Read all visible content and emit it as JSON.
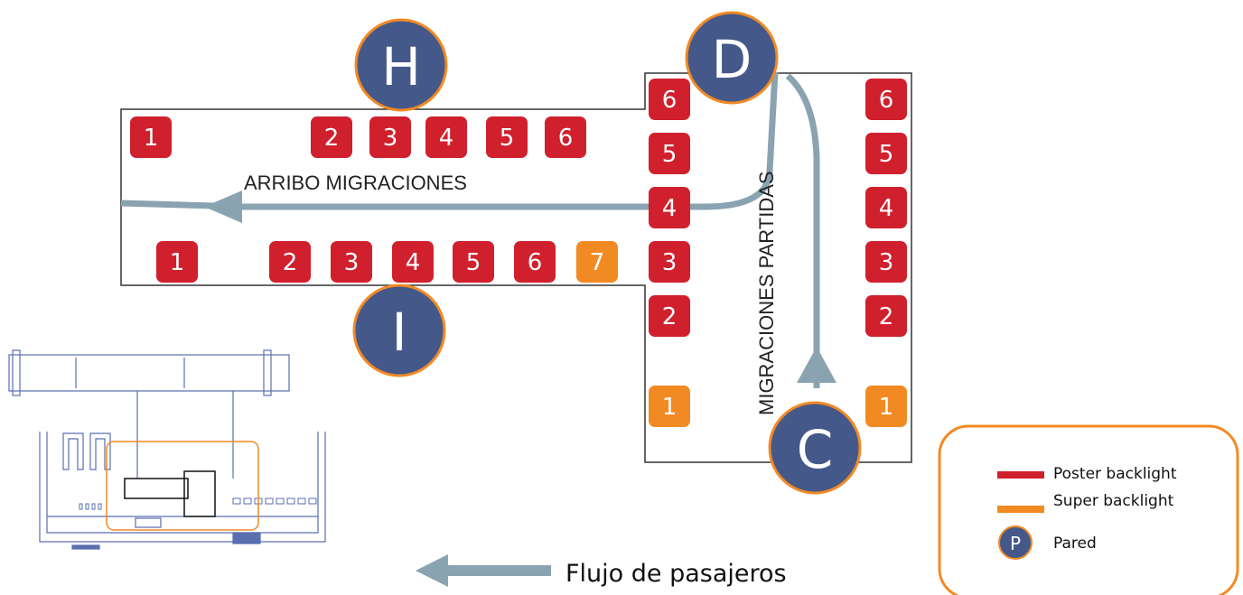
{
  "colors": {
    "poster": "#d0202e",
    "super": "#f28a24",
    "pillar": "#45588a",
    "flow": "#8aa3b1",
    "outline": "#333333",
    "legend_border": "#f28a24",
    "plan": "#5a6fb0"
  },
  "labels": {
    "arribo": "ARRIBO MIGRACIONES",
    "partidas": "MIGRACIONES PARTIDAS",
    "flow_caption": "Flujo de pasajeros"
  },
  "pillars": [
    {
      "id": "H",
      "label": "H"
    },
    {
      "id": "D",
      "label": "D"
    },
    {
      "id": "I",
      "label": "I"
    },
    {
      "id": "C",
      "label": "C"
    }
  ],
  "badges": {
    "top_row": [
      {
        "label": "1",
        "kind": "poster"
      },
      {
        "label": "2",
        "kind": "poster"
      },
      {
        "label": "3",
        "kind": "poster"
      },
      {
        "label": "4",
        "kind": "poster"
      },
      {
        "label": "5",
        "kind": "poster"
      },
      {
        "label": "6",
        "kind": "poster"
      }
    ],
    "bottom_row": [
      {
        "label": "1",
        "kind": "poster"
      },
      {
        "label": "2",
        "kind": "poster"
      },
      {
        "label": "3",
        "kind": "poster"
      },
      {
        "label": "4",
        "kind": "poster"
      },
      {
        "label": "5",
        "kind": "poster"
      },
      {
        "label": "6",
        "kind": "poster"
      },
      {
        "label": "7",
        "kind": "super"
      }
    ],
    "left_column": [
      {
        "label": "6",
        "kind": "poster"
      },
      {
        "label": "5",
        "kind": "poster"
      },
      {
        "label": "4",
        "kind": "poster"
      },
      {
        "label": "3",
        "kind": "poster"
      },
      {
        "label": "2",
        "kind": "poster"
      },
      {
        "label": "1",
        "kind": "super"
      }
    ],
    "right_column": [
      {
        "label": "6",
        "kind": "poster"
      },
      {
        "label": "5",
        "kind": "poster"
      },
      {
        "label": "4",
        "kind": "poster"
      },
      {
        "label": "3",
        "kind": "poster"
      },
      {
        "label": "2",
        "kind": "poster"
      },
      {
        "label": "1",
        "kind": "super"
      }
    ]
  },
  "legend": {
    "items": [
      {
        "label": "Poster backlight",
        "marker": "poster-line"
      },
      {
        "label": "Super backlight",
        "marker": "super-line"
      },
      {
        "label": "Pared",
        "marker": "pillar-circle",
        "marker_text": "P"
      }
    ]
  }
}
